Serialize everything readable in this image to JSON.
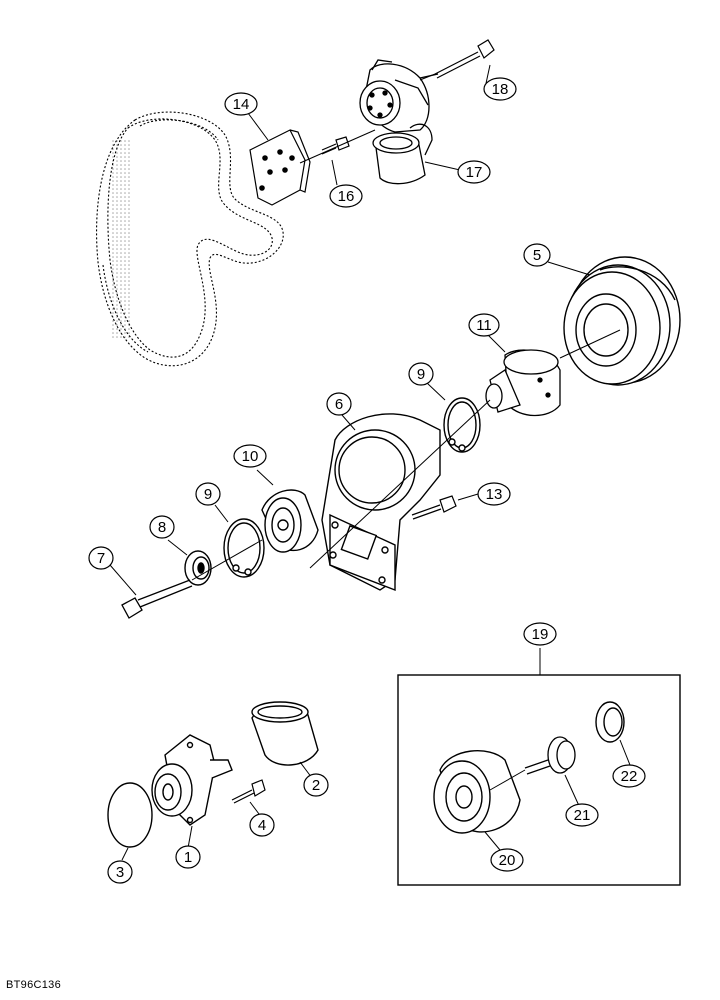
{
  "callouts": {
    "c1": "1",
    "c2": "2",
    "c3": "3",
    "c4": "4",
    "c5": "5",
    "c6": "6",
    "c7": "7",
    "c8": "8",
    "c9a": "9",
    "c9b": "9",
    "c10": "10",
    "c11": "11",
    "c13": "13",
    "c14": "14",
    "c16": "16",
    "c17": "17",
    "c18": "18",
    "c19": "19",
    "c20": "20",
    "c21": "21",
    "c22": "22"
  },
  "figure_code": "BT96C136"
}
